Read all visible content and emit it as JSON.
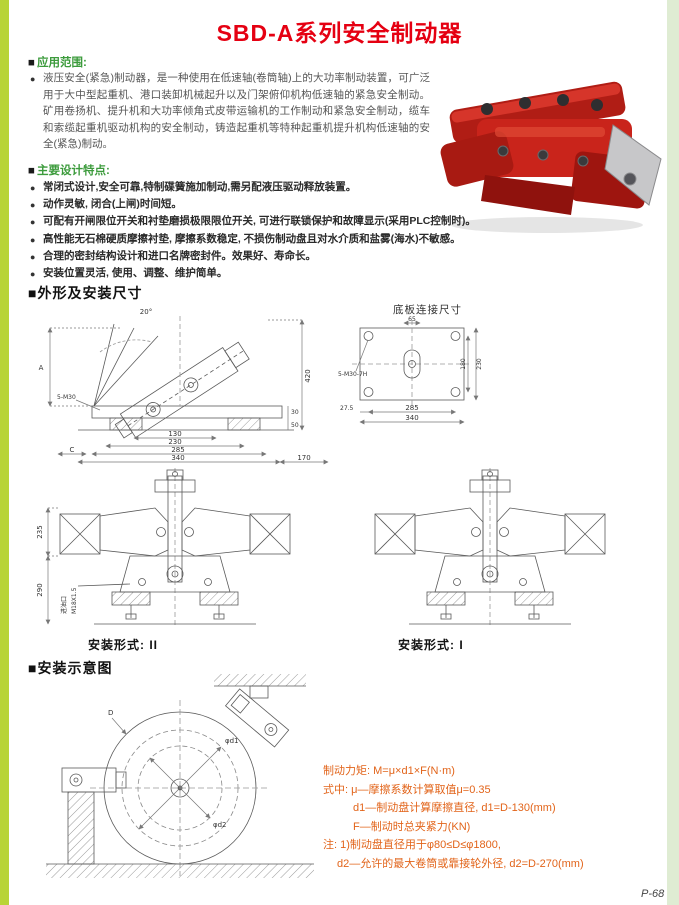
{
  "page": {
    "title": "SBD-A系列安全制动器",
    "page_number": "P-68"
  },
  "colors": {
    "accent_left": "#b8d437",
    "accent_right": "#dfecd3",
    "title_red": "#e50012",
    "heading_green": "#3c9b3c",
    "formula_orange": "#e2641a",
    "product_red": "#c9241b"
  },
  "application": {
    "marker": "■",
    "heading": "应用范围:",
    "bullet": "●",
    "text": "液压安全(紧急)制动器，是一种使用在低速轴(卷筒轴)上的大功率制动装置，可广泛用于大中型起重机、港口装卸机械起升以及门架俯仰机构低速轴的紧急安全制动。矿用卷扬机、提升机和大功率倾角式皮带运输机的工作制动和紧急安全制动，缆车和索缆起重机驱动机构的安全制动，铸造起重机等特种起重机提升机构低速轴的安全(紧急)制动。"
  },
  "features": {
    "marker": "■",
    "heading": "主要设计特点:",
    "bullet": "●",
    "items": [
      "常闭式设计,安全可靠,特制碟簧施加制动,需另配液压驱动释放装置。",
      "动作灵敏, 闭合(上闸)时间短。",
      "可配有开闸限位开关和衬垫磨损极限限位开关, 可进行联锁保护和故障显示(采用PLC控制时)。",
      "高性能无石棉硬质摩擦衬垫, 摩擦系数稳定, 不损伤制动盘且对水介质和盐雾(海水)不敏感。",
      "合理的密封结构设计和进口名牌密封件。效果好、寿命长。",
      "安装位置灵活, 使用、调整、维护简单。"
    ]
  },
  "outline_section": {
    "heading": "■外形及安装尺寸",
    "base_plate_title": "底板连接尺寸",
    "caption_left": "安装形式: II",
    "caption_right": "安装形式: I"
  },
  "drawings": {
    "main": {
      "angle": "20°",
      "dim_a": "A",
      "dim_c": "C",
      "dim_420": "420",
      "dim_130": "130",
      "dim_230": "230",
      "dim_285": "285",
      "dim_340": "340",
      "dim_170": "170",
      "bolt": "5-M30",
      "dim_30": "30",
      "dim_50": "50"
    },
    "plate": {
      "dim_230": "230",
      "dim_180": "180",
      "bolt": "5-M30-7H",
      "dim_27_5": "27.5",
      "dim_285": "285",
      "dim_340": "340",
      "dim_65": "65"
    },
    "front": {
      "dim_235": "235",
      "dim_290": "290",
      "oil_port": "进油口",
      "oil_thread": "M18X1.5"
    },
    "schematic": {
      "dim_D": "D",
      "dim_d1": "φd1",
      "dim_d2": "φd2"
    }
  },
  "install_section": {
    "heading": "■安装示意图"
  },
  "formula": {
    "line1": "制动力矩: M=μ×d1×F(N·m)",
    "line2": "式中: μ—摩擦系数计算取值μ=0.35",
    "line3": "d1—制动盘计算摩擦直径, d1=D-130(mm)",
    "line4": "F—制动时总夹紧力(KN)",
    "line5": "注: 1)制动盘直径用于φ80≤D≤φ1800,",
    "line6": "d2—允许的最大卷筒或靠接轮外径, d2=D-270(mm)"
  }
}
